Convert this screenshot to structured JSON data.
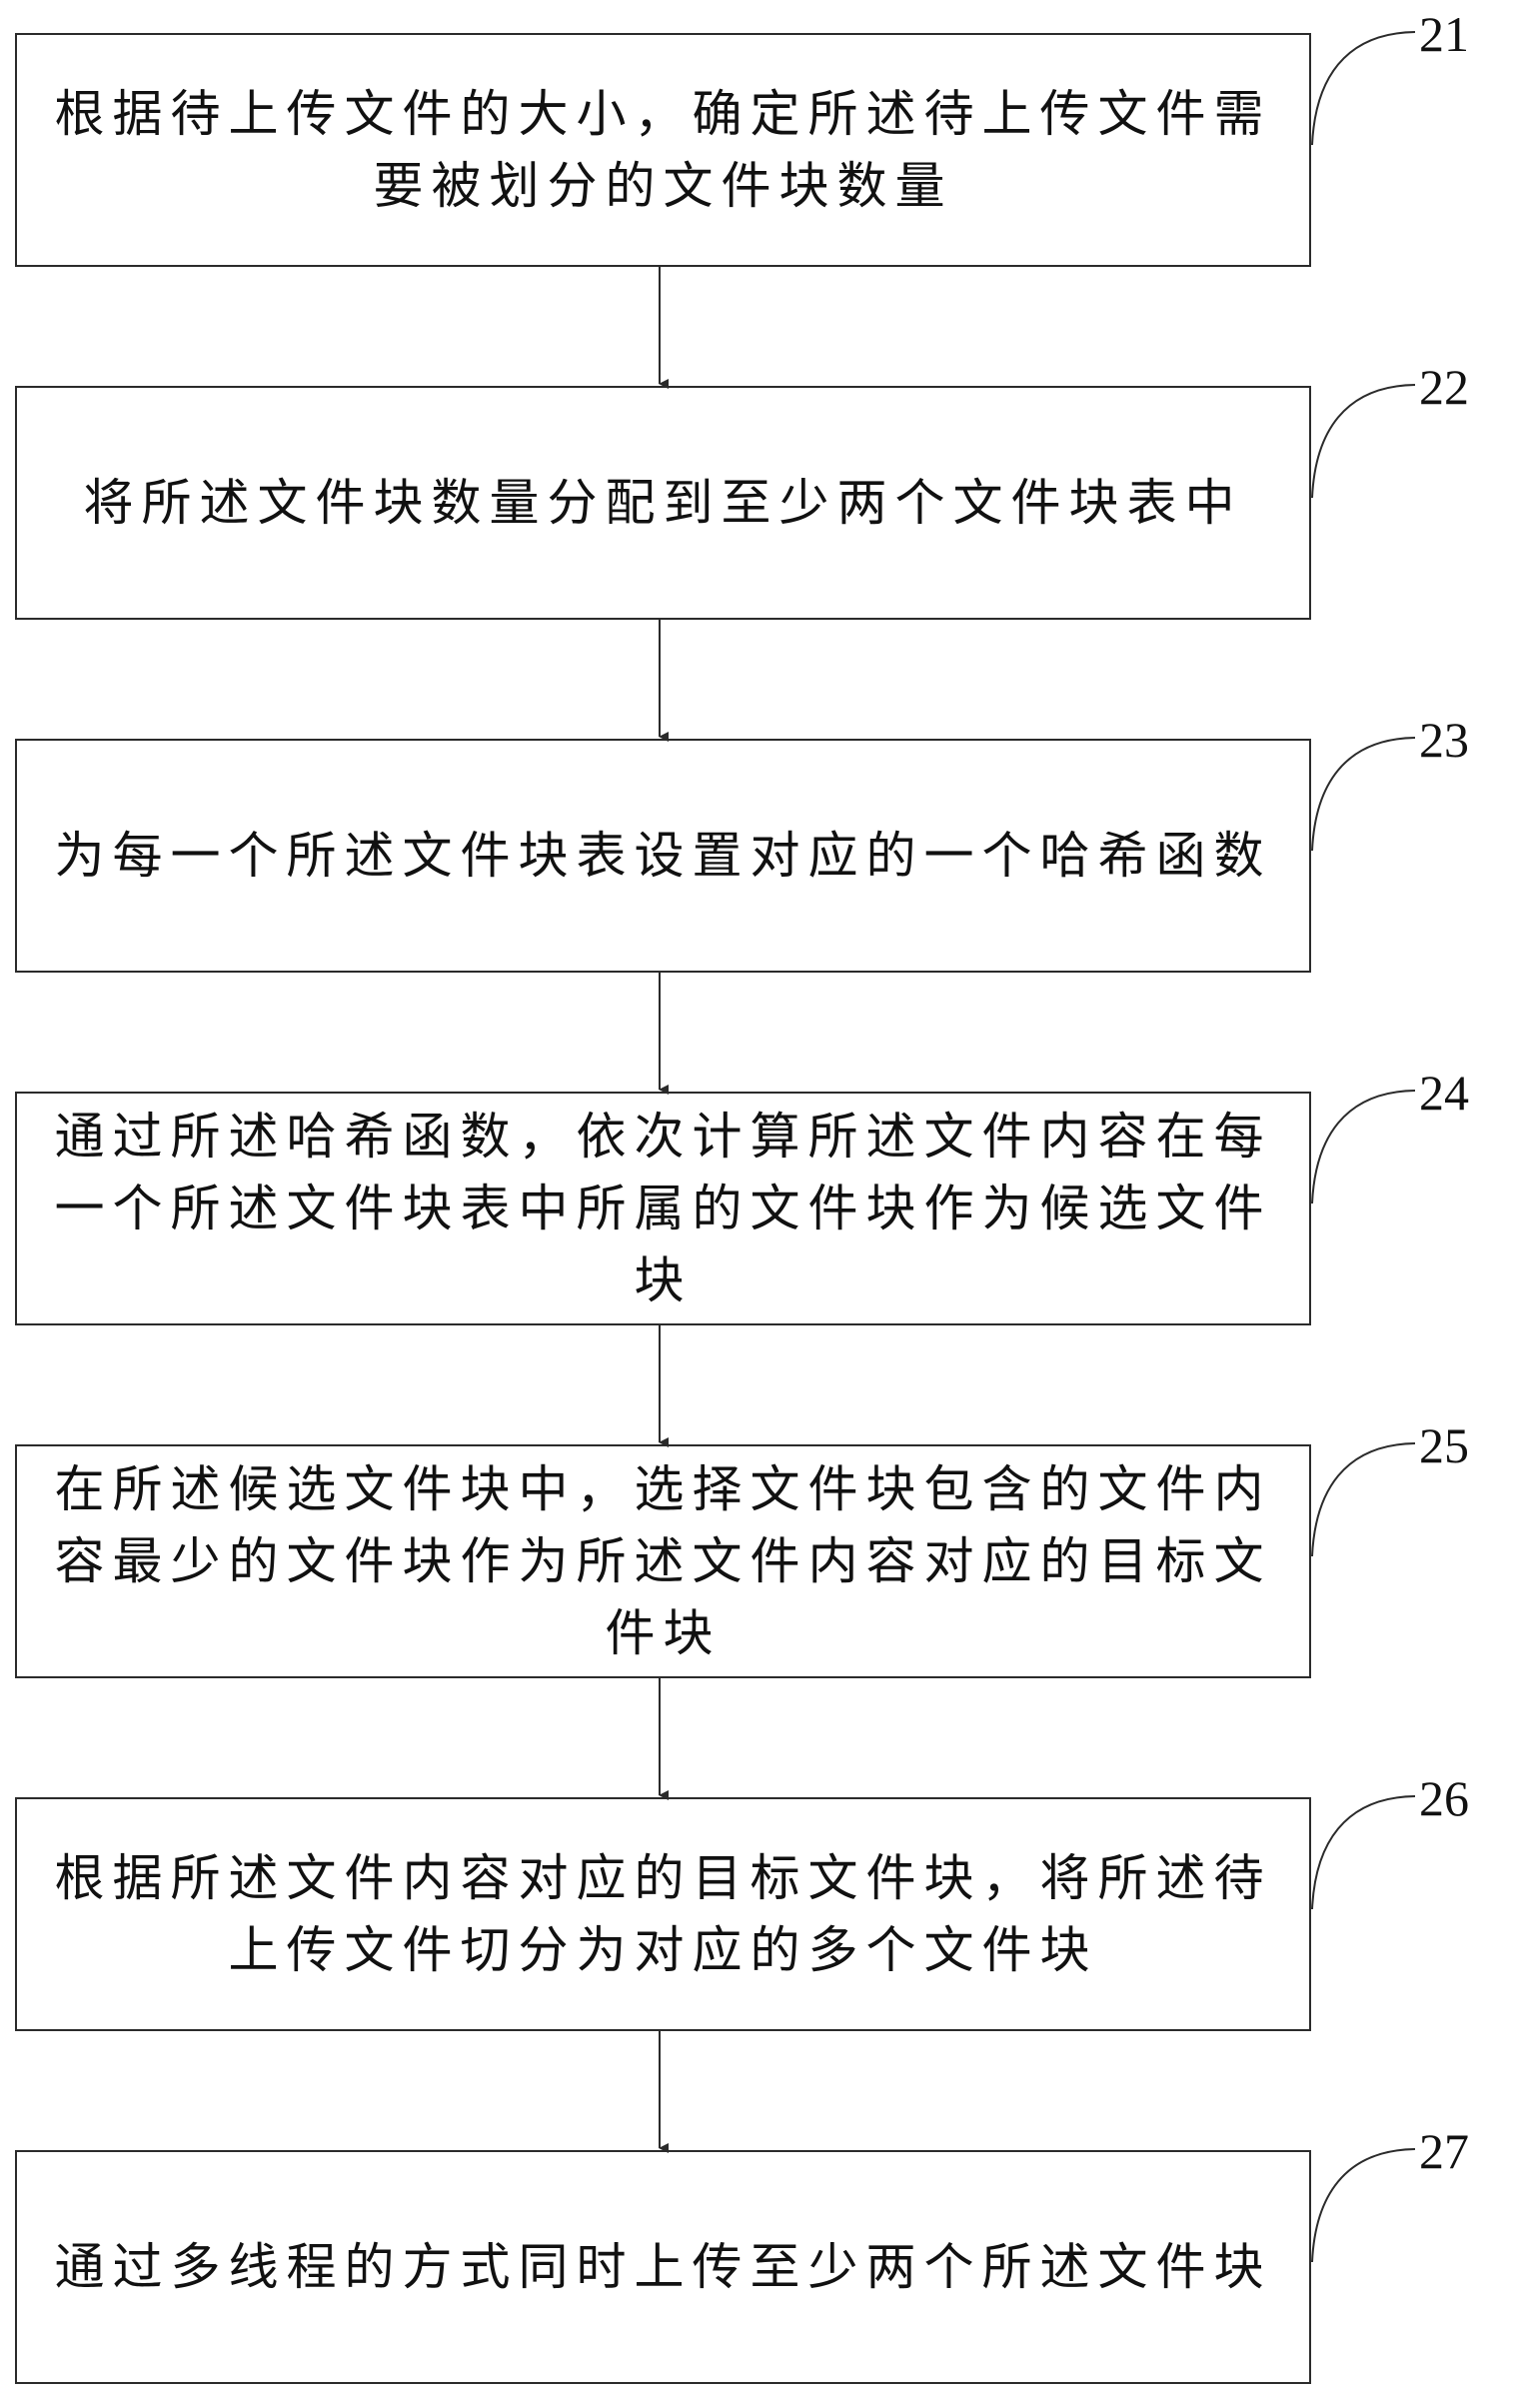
{
  "steps": [
    {
      "number": "21",
      "text": "根据待上传文件的大小，确定所述待上传文件需要被划分的文件块数量"
    },
    {
      "number": "22",
      "text": "将所述文件块数量分配到至少两个文件块表中"
    },
    {
      "number": "23",
      "text": "为每一个所述文件块表设置对应的一个哈希函数"
    },
    {
      "number": "24",
      "text": "通过所述哈希函数，依次计算所述文件内容在每一个所述文件块表中所属的文件块作为候选文件块"
    },
    {
      "number": "25",
      "text": "在所述候选文件块中，选择文件块包含的文件内容最少的文件块作为所述文件内容对应的目标文件块"
    },
    {
      "number": "26",
      "text": "根据所述文件内容对应的目标文件块，将所述待上传文件切分为对应的多个文件块"
    },
    {
      "number": "27",
      "text": "通过多线程的方式同时上传至少两个所述文件块"
    }
  ],
  "colors": {
    "line": "#2b2b2b",
    "text": "#111111",
    "background": "#ffffff"
  }
}
